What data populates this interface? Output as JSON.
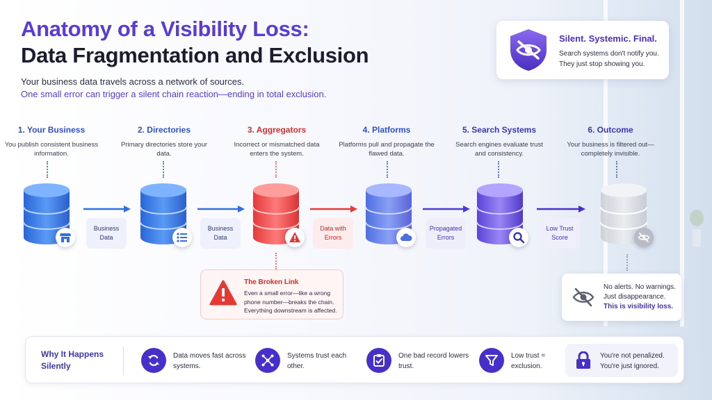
{
  "header": {
    "title_line1": "Anatomy of a Visibility Loss:",
    "title_line2": "Data Fragmentation and Exclusion",
    "intro_line1": "Your business data travels across a network of sources.",
    "intro_line2": "One small error can trigger a silent chain reaction—ending in total exclusion."
  },
  "callout": {
    "icon": "shield-eye-off-icon",
    "title": "Silent. Systemic. Final.",
    "text": "Search systems don't notify you. They just stop showing you."
  },
  "stages": [
    {
      "title": "1. Your Business",
      "desc": "You publish consistent business information.",
      "icon": "storefront-icon",
      "color": "#2f6fe0"
    },
    {
      "title": "2. Directories",
      "desc": "Primary directories store your data.",
      "icon": "list-icon",
      "color": "#2f6fe0"
    },
    {
      "title": "3. Aggregators",
      "desc": "Incorrect or mismatched data enters the system.",
      "icon": "warning-icon",
      "color": "#e53935"
    },
    {
      "title": "4. Platforms",
      "desc": "Platforms pull and propagate the flawed data.",
      "icon": "cloud-icon",
      "color": "#2f6fe0"
    },
    {
      "title": "5. Search Systems",
      "desc": "Search engines evaluate trust and consistency.",
      "icon": "search-icon",
      "color": "#3b37b0"
    },
    {
      "title": "6. Outcome",
      "desc": "Your business is filtered out—completely invisible.",
      "icon": "eye-off-icon",
      "color": "#3b37b0"
    }
  ],
  "flow_labels": [
    {
      "text": "Business Data"
    },
    {
      "text": "Business Data"
    },
    {
      "text": "Data with Errors"
    },
    {
      "text": "Propagated Errors"
    },
    {
      "text": "Low Trust Score"
    }
  ],
  "broken_link": {
    "title": "The Broken Link",
    "text": "Even a small error—like a wrong phone number—breaks the chain. Everything downstream is affected."
  },
  "outcome_note": {
    "line1": "No alerts. No warnings.",
    "line2": "Just disappearance.",
    "line3": "This is visibility loss."
  },
  "why": {
    "heading": "Why It Happens Silently",
    "items": [
      {
        "icon": "sync-icon",
        "text": "Data moves fast across systems."
      },
      {
        "icon": "network-icon",
        "text": "Systems trust each other."
      },
      {
        "icon": "checklist-icon",
        "text": "One bad record lowers trust."
      },
      {
        "icon": "filter-icon",
        "text": "Low trust = exclusion."
      }
    ],
    "last": {
      "icon": "lock-icon",
      "text": "You're not penalized. You're just ignored."
    }
  },
  "colors": {
    "accent": "#5a3bd6",
    "blue": "#2f6fe0",
    "red": "#e53935",
    "purple": "#4630c9",
    "grey": "#c9ccd4"
  }
}
